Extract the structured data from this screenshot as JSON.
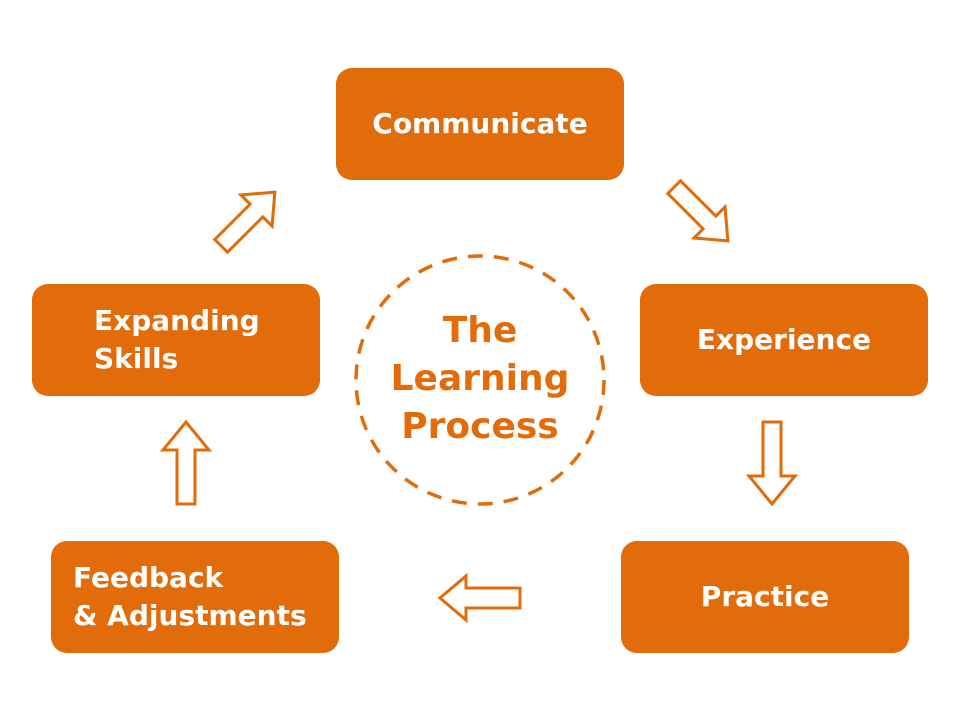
{
  "diagram": {
    "center": {
      "title": "The\nLearning\nProcess"
    },
    "steps": [
      {
        "id": "communicate",
        "label": "Communicate"
      },
      {
        "id": "experience",
        "label": "Experience"
      },
      {
        "id": "practice",
        "label": "Practice"
      },
      {
        "id": "feedback",
        "label": "Feedback\n& Adjustments"
      },
      {
        "id": "expanding",
        "label": "Expanding\nSkills"
      }
    ],
    "colors": {
      "accent": "#E36C0A",
      "text_on_accent": "#FFFFFF",
      "background": "#FFFFFF"
    },
    "arrows": [
      {
        "from": "communicate",
        "to": "experience",
        "icon": "arrow-down-right-outline-icon"
      },
      {
        "from": "experience",
        "to": "practice",
        "icon": "arrow-down-outline-icon"
      },
      {
        "from": "practice",
        "to": "feedback",
        "icon": "arrow-left-outline-icon"
      },
      {
        "from": "feedback",
        "to": "expanding",
        "icon": "arrow-up-outline-icon"
      },
      {
        "from": "expanding",
        "to": "communicate",
        "icon": "arrow-up-right-outline-icon"
      }
    ]
  }
}
